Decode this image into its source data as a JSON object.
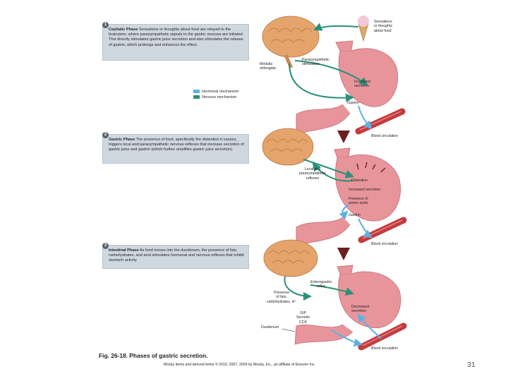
{
  "colors": {
    "hormonal": "#5fb0e3",
    "nervous": "#2b8f79",
    "stomach": "#e7959b",
    "brain": "#e4a46c",
    "blood_vessel": "#c33b3e",
    "panel_bg": "#cfd7df"
  },
  "panels": [
    {
      "number": "1",
      "title": "Cephalic Phase",
      "text": "Sensations or thoughts about food are relayed to the brainstem, where parasympathetic signals to the gastric mucosa are initiated. This directly stimulates gastric juice secretion and also stimulates the release of gastrin, which prolongs and enhances the effect."
    },
    {
      "number": "2",
      "title": "Gastric Phase",
      "text": "The presence of food, specifically the distention it causes, triggers local and parasympathetic nervous reflexes that increase secretion of gastric juice and gastrin (which further amplifies gastric juice secretion)."
    },
    {
      "number": "3",
      "title": "Intestinal Phase",
      "text": "As food moves into the duodenum, the presence of fats, carbohydrates, and acid stimulates hormonal and nervous reflexes that inhibit stomach activity"
    }
  ],
  "legend": [
    {
      "label": "Hormonal mechanism",
      "icon": "hormonal-swatch"
    },
    {
      "label": "Nervous mechanism",
      "icon": "nervous-swatch"
    }
  ],
  "labels": {
    "sensations": "Sensations\nor thoughts\nabout food",
    "medulla": "Medulla\noblongata",
    "parasympathetic_stimulation": "Parasympathetic\nstimulation",
    "increased_secretion_1": "Increased\nsecretion",
    "gastrin_1": "Gastrin",
    "blood_circulation_1": "Blood circulation",
    "local_reflexes": "Local and\nparasympathetic\nreflexes",
    "distention": "Distention",
    "increased_secretion_2": "Increased secretion",
    "presence_amino_acids": "Presence of\namino acids",
    "gastrin_2": "Gastrin",
    "blood_circulation_2": "Blood circulation",
    "enterogastric": "Enterogastric\nreflex",
    "presence_fats": "Presence\nof fats,\ncarbohydrates, H⁺",
    "hormones": "GIP\nSecretin\nCCK",
    "decreased_secretion": "Decreased\nsecretion",
    "duodenum": "Duodenum",
    "blood_circulation_3": "Blood circulation"
  },
  "caption": "Fig. 26-18. Phases of gastric secretion.",
  "credit": "Mosby items and derived items © 2010, 2007, 2003 by Mosby, Inc., an affiliate of Elsevier Inc.",
  "page_number": "31"
}
